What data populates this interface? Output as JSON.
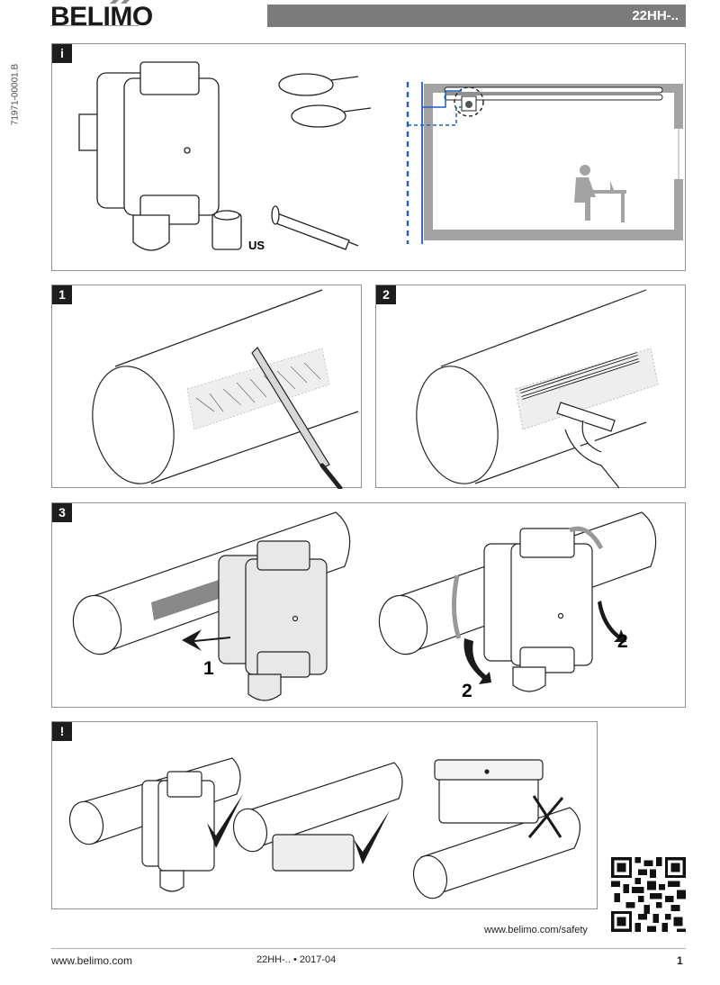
{
  "header": {
    "brand": "BELIMO",
    "product_code": "22HH-..",
    "document_id": "71971-00001.B"
  },
  "panels": {
    "info": {
      "badge": "i",
      "label_us": "US"
    },
    "step1": {
      "badge": "1"
    },
    "step2": {
      "badge": "2"
    },
    "step3": {
      "badge": "3",
      "arrow_label_1": "1",
      "arrow_label_2a": "2",
      "arrow_label_2b": "2"
    },
    "warning": {
      "badge": "!"
    }
  },
  "safety": {
    "link": "www.belimo.com/safety"
  },
  "footer": {
    "website": "www.belimo.com",
    "doc_ref": "22HH-.. • 2017-04",
    "page_number": "1"
  },
  "colors": {
    "header_bar": "#7b7b7b",
    "badge": "#1d1d1d",
    "pipe_blue": "#1f5fc4",
    "building_gray": "#a3a3a3"
  }
}
